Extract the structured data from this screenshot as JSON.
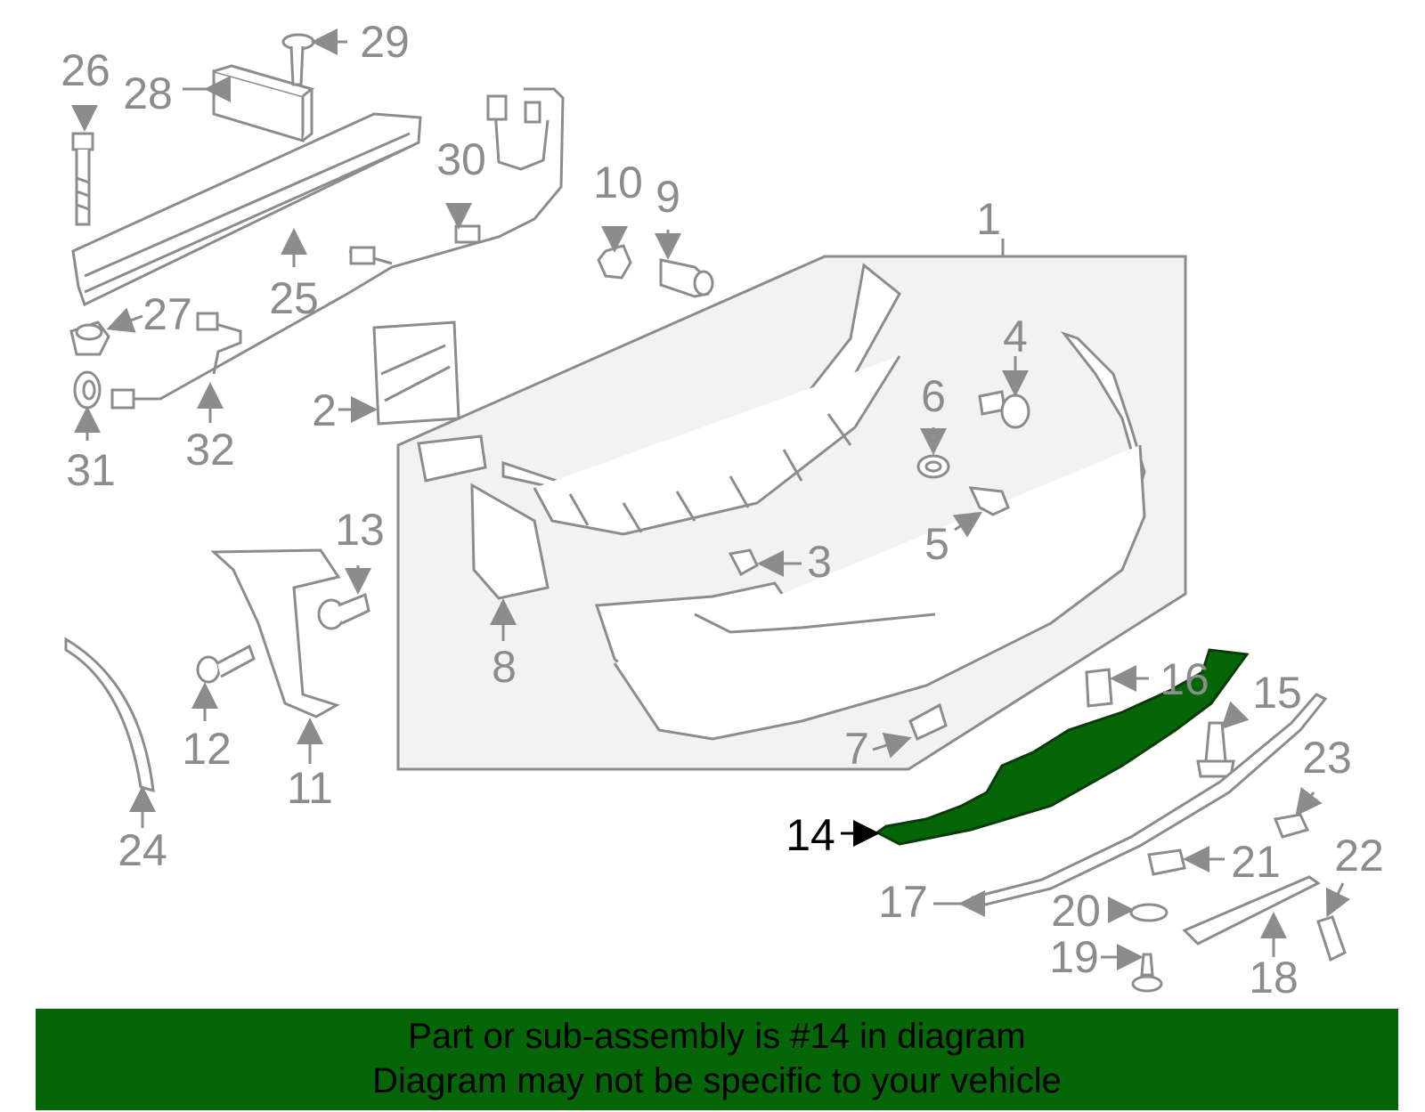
{
  "diagram": {
    "callouts": [
      {
        "id": "c1",
        "text": "1"
      },
      {
        "id": "c2",
        "text": "2"
      },
      {
        "id": "c3",
        "text": "3"
      },
      {
        "id": "c4",
        "text": "4"
      },
      {
        "id": "c5",
        "text": "5"
      },
      {
        "id": "c6",
        "text": "6"
      },
      {
        "id": "c7",
        "text": "7"
      },
      {
        "id": "c8",
        "text": "8"
      },
      {
        "id": "c9",
        "text": "9"
      },
      {
        "id": "c10",
        "text": "10"
      },
      {
        "id": "c11",
        "text": "11"
      },
      {
        "id": "c12",
        "text": "12"
      },
      {
        "id": "c13",
        "text": "13"
      },
      {
        "id": "c14",
        "text": "14"
      },
      {
        "id": "c15",
        "text": "15"
      },
      {
        "id": "c16",
        "text": "16"
      },
      {
        "id": "c17",
        "text": "17"
      },
      {
        "id": "c18",
        "text": "18"
      },
      {
        "id": "c19",
        "text": "19"
      },
      {
        "id": "c20",
        "text": "20"
      },
      {
        "id": "c21",
        "text": "21"
      },
      {
        "id": "c22",
        "text": "22"
      },
      {
        "id": "c23",
        "text": "23"
      },
      {
        "id": "c24",
        "text": "24"
      },
      {
        "id": "c25",
        "text": "25"
      },
      {
        "id": "c26",
        "text": "26"
      },
      {
        "id": "c27",
        "text": "27"
      },
      {
        "id": "c28",
        "text": "28"
      },
      {
        "id": "c29",
        "text": "29"
      },
      {
        "id": "c30",
        "text": "30"
      },
      {
        "id": "c31",
        "text": "31"
      },
      {
        "id": "c32",
        "text": "32"
      }
    ],
    "highlighted_part": "14",
    "highlight_color": "#056608",
    "line_color": "#8c8c8c",
    "panel_fill": "#f2f2f2"
  },
  "banner": {
    "line1": "Part or sub-assembly is #14 in diagram",
    "line2": "Diagram may not be specific to your vehicle",
    "background": "#056608"
  }
}
